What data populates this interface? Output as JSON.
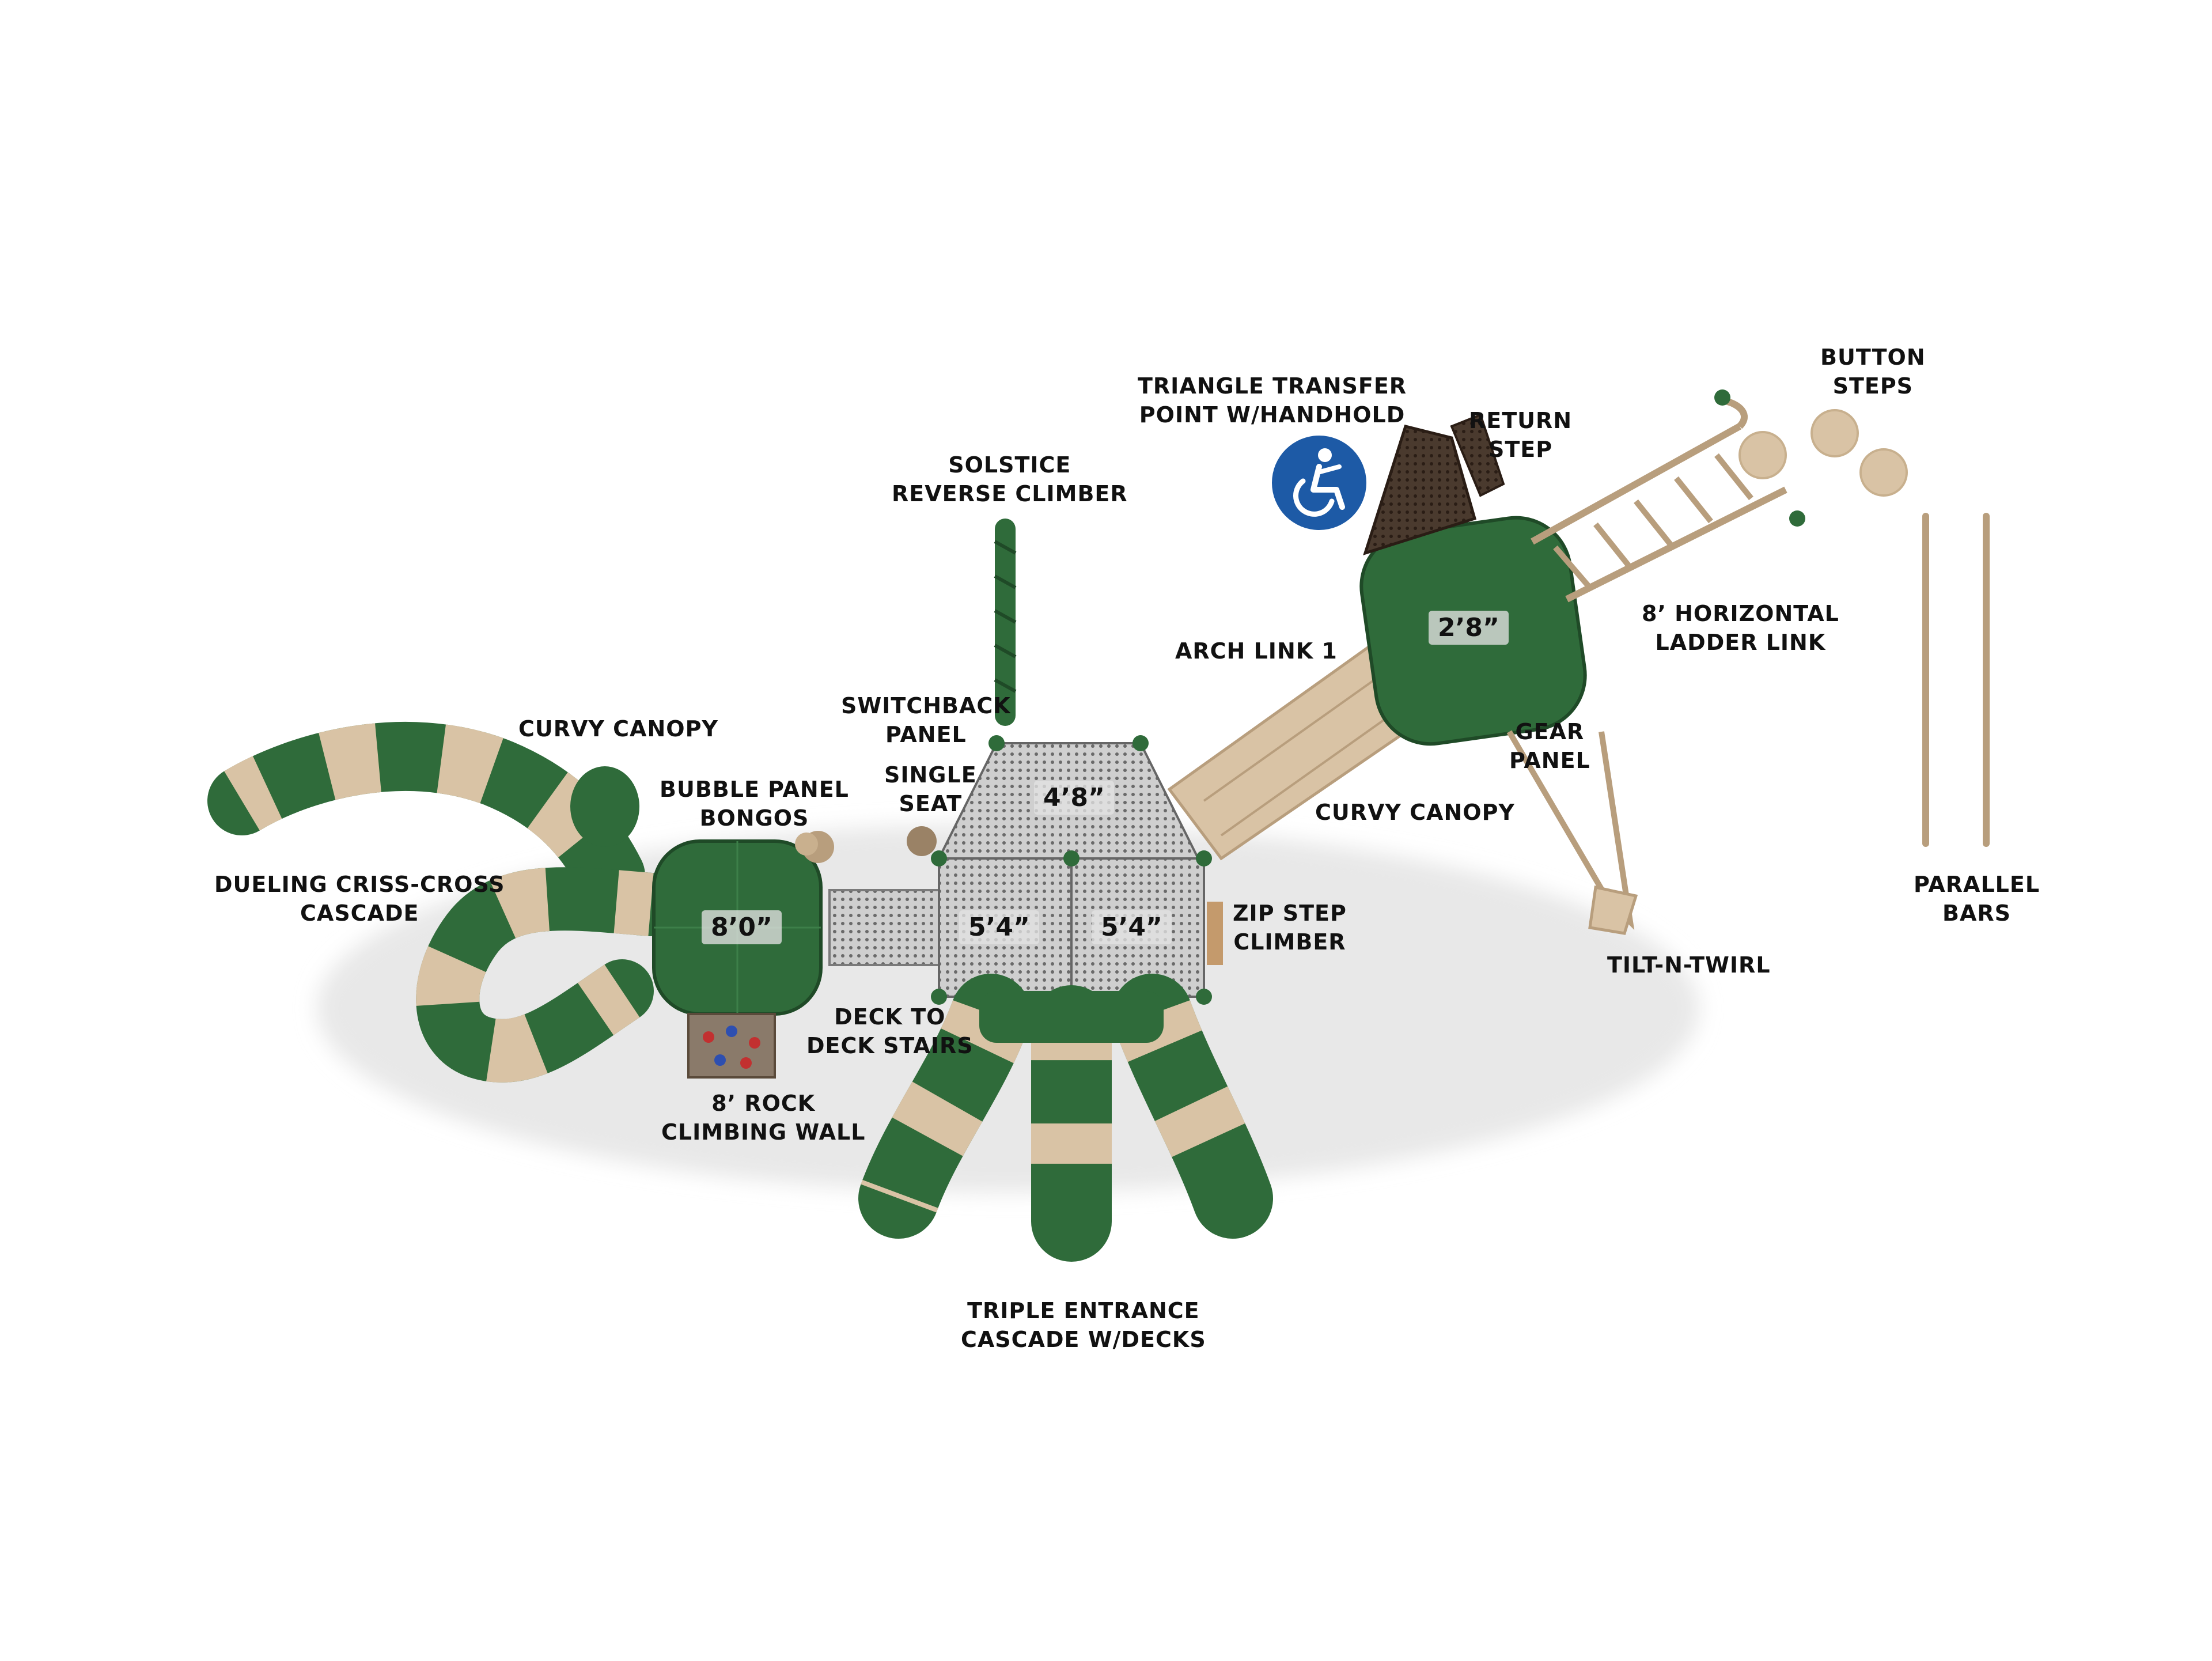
{
  "colors": {
    "green": "#2f6b3a",
    "green_dark": "#1f4a27",
    "tan": "#d9c3a5",
    "tan_dark": "#b89e7d",
    "deck": "#c9c9c9",
    "brown": "#3e2d22",
    "access_blue": "#1d5aa6"
  },
  "access_icon": "wheelchair-accessible-icon",
  "labels": {
    "triangle_transfer": [
      "TRIANGLE TRANSFER",
      "POINT W/HANDHOLD"
    ],
    "return_step": [
      "RETURN",
      "STEP"
    ],
    "button_steps": [
      "BUTTON",
      "STEPS"
    ],
    "solstice": [
      "SOLSTICE",
      "REVERSE CLIMBER"
    ],
    "arch_link": [
      "ARCH LINK 1"
    ],
    "horizontal_ladder": [
      "8’ HORIZONTAL",
      "LADDER LINK"
    ],
    "curvy_canopy_left": [
      "CURVY CANOPY"
    ],
    "switchback": [
      "SWITCHBACK",
      "PANEL"
    ],
    "gear_panel": [
      "GEAR",
      "PANEL"
    ],
    "bubble_panel": [
      "BUBBLE PANEL",
      "BONGOS"
    ],
    "single_seat": [
      "SINGLE",
      "SEAT"
    ],
    "curvy_canopy_right": [
      "CURVY CANOPY"
    ],
    "dueling": [
      "DUELING CRISS-CROSS",
      "CASCADE"
    ],
    "zip_step": [
      "ZIP STEP",
      "CLIMBER"
    ],
    "parallel_bars": [
      "PARALLEL",
      "BARS"
    ],
    "tilt_n_twirl": [
      "TILT-N-TWIRL"
    ],
    "deck_stairs": [
      "DECK TO",
      "DECK STAIRS"
    ],
    "rock_wall": [
      "8’ ROCK",
      "CLIMBING WALL"
    ],
    "triple_cascade": [
      "TRIPLE ENTRANCE",
      "CASCADE W/DECKS"
    ]
  },
  "heights": {
    "canopy_right": "2’8”",
    "top_deck": "4’8”",
    "canopy_left": "8’0”",
    "deck_left": "5’4”",
    "deck_right": "5’4”"
  }
}
